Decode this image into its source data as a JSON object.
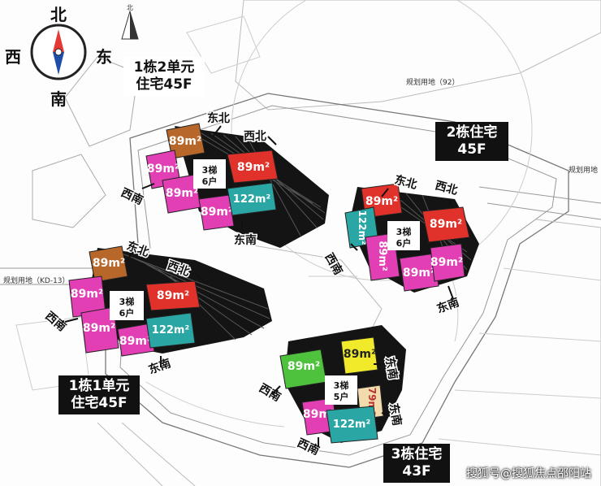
{
  "compass": {
    "north": "北",
    "south": "南",
    "east": "东",
    "west": "西"
  },
  "north_arrow": {
    "label": "北"
  },
  "colors": {
    "tower_black": "#111111",
    "red": "#e0312a",
    "magenta": "#e23fb5",
    "teal": "#2aa7a5",
    "brown": "#b8672b",
    "green": "#4fc23d",
    "yellow": "#f0ea2b",
    "beige": "#f2dcae",
    "orientation_bg": "#ffffff"
  },
  "callouts": {
    "b1u2": "1栋2单元\n住宅45F",
    "b2": "2栋住宅\n45F",
    "b1u1": "1栋1单元\n住宅45F",
    "b3": "3栋住宅\n43F"
  },
  "map_labels": {
    "plot_92": "规划用地（92）",
    "plot_right": "规划用地",
    "plot_left": "规划用地（KD-13）"
  },
  "buildings": [
    {
      "id": "b1u2",
      "core": "3梯\n6户",
      "units": [
        {
          "area": "89m²",
          "color": "brown"
        },
        {
          "area": "89m²",
          "color": "red"
        },
        {
          "area": "89m²",
          "color": "magenta"
        },
        {
          "area": "89m²",
          "color": "magenta"
        },
        {
          "area": "89m²",
          "color": "magenta"
        },
        {
          "area": "122m²",
          "color": "teal"
        }
      ],
      "orientations": [
        "东北",
        "西北",
        "西南",
        "东南"
      ]
    },
    {
      "id": "b2",
      "core": "3梯\n6户",
      "units": [
        {
          "area": "89m²",
          "color": "red"
        },
        {
          "area": "122m²",
          "color": "teal"
        },
        {
          "area": "89m²",
          "color": "red"
        },
        {
          "area": "89m²",
          "color": "magenta"
        },
        {
          "area": "89m²",
          "color": "magenta"
        },
        {
          "area": "89m²",
          "color": "magenta"
        }
      ],
      "orientations": [
        "东北",
        "西北",
        "西南",
        "东南"
      ]
    },
    {
      "id": "b1u1",
      "core": "3梯\n6户",
      "units": [
        {
          "area": "89m²",
          "color": "brown"
        },
        {
          "area": "89m²",
          "color": "magenta"
        },
        {
          "area": "89m²",
          "color": "red"
        },
        {
          "area": "89m²",
          "color": "magenta"
        },
        {
          "area": "89m²",
          "color": "magenta"
        },
        {
          "area": "122m²",
          "color": "teal"
        }
      ],
      "orientations": [
        "东北",
        "西北",
        "西南",
        "东南"
      ]
    },
    {
      "id": "b3",
      "core": "3梯\n5户",
      "units": [
        {
          "area": "89m²",
          "color": "green"
        },
        {
          "area": "89m²",
          "color": "yellow"
        },
        {
          "area": "79m²",
          "color": "beige"
        },
        {
          "area": "89m²",
          "color": "magenta"
        },
        {
          "area": "122m²",
          "color": "teal"
        }
      ],
      "orientations": [
        "东南",
        "西南",
        "西南",
        "东南"
      ]
    }
  ],
  "watermark": "搜狐号@搜狐焦点邵阳站"
}
